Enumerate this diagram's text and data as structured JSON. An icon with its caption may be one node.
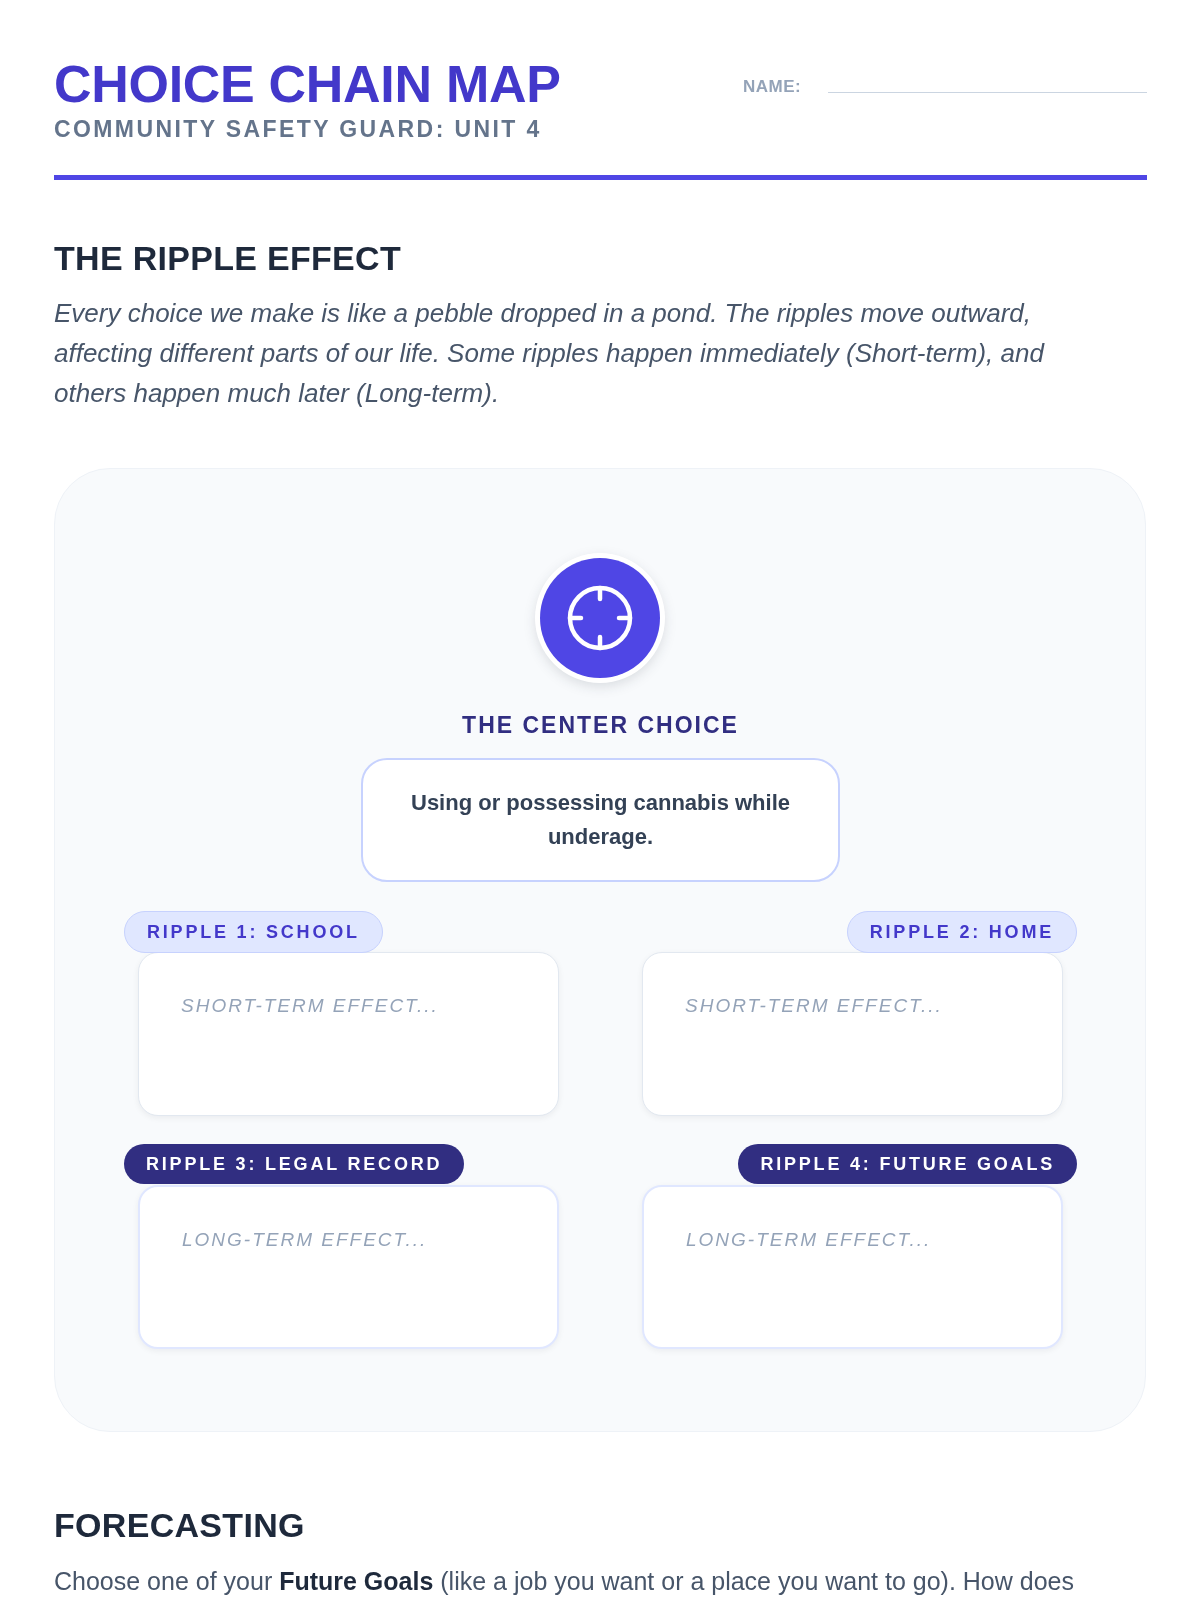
{
  "diagram": {
    "title": "CHOICE CHAIN MAP",
    "nodes": [
      {
        "text": [
          "THE CENTER CHOICE",
          "Using or possessing cannabis while underage."
        ]
      },
      {
        "text": [
          "RIPPLE 1: SCHOOL"
        ]
      },
      {
        "text": [
          "SHORT-TERM EFFECT..."
        ]
      },
      {
        "text": [
          "RIPPLE 2: HOME"
        ]
      },
      {
        "text": [
          "SHORT-TERM EFFECT..."
        ]
      },
      {
        "text": [
          "RIPPLE 3: LEGAL RECORD"
        ]
      },
      {
        "text": [
          "LONG-TERM EFFECT..."
        ]
      },
      {
        "text": [
          "RIPPLE 4: FUTURE GOALS"
        ]
      },
      {
        "text": [
          "LONG-TERM EFFECT..."
        ]
      }
    ],
    "labels": [
      "NAME:",
      "COMMUNITY SAFETY GUARD: UNIT 4",
      "THE RIPPLE EFFECT",
      "Every choice we make is like a pebble dropped in a pond. The ripples move outward, affecting different parts of our life. Some ripples happen immediately (Short-term), and others happen much later (Long-term).",
      "FORECASTING",
      "Choose one of your **Future Goals** (like a job you want or a place you want to go). How does"
    ]
  }
}
